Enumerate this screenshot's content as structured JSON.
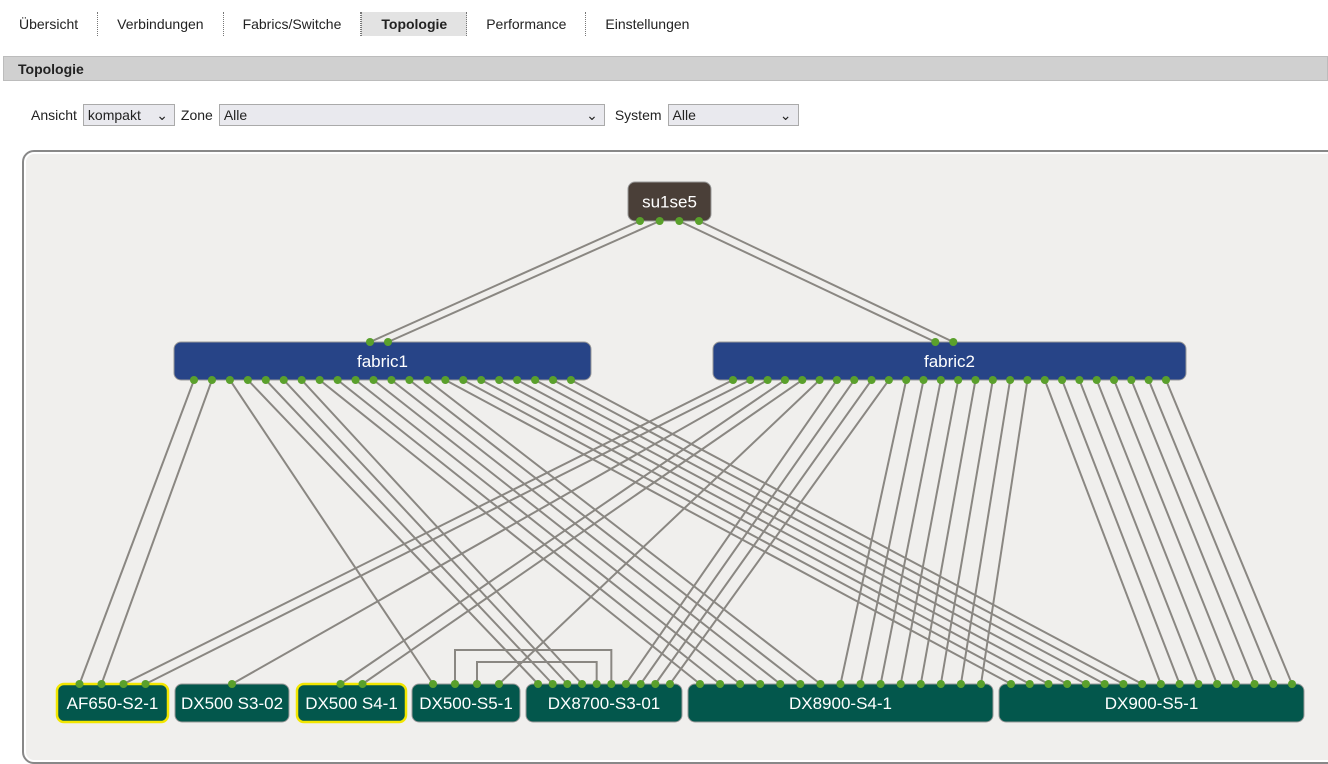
{
  "tabs": [
    "Übersicht",
    "Verbindungen",
    "Fabrics/Switche",
    "Topologie",
    "Performance",
    "Einstellungen"
  ],
  "active_tab": "Topologie",
  "panel_title": "Topologie",
  "filters": {
    "view_label": "Ansicht",
    "view_value": "kompakt",
    "zone_label": "Zone",
    "zone_value": "Alle",
    "system_label": "System",
    "system_value": "Alle"
  },
  "colors": {
    "host": "#4a3f38",
    "fabric": "#274487",
    "storage": "#03574c",
    "port": "#5aa02c",
    "link": "#8a8782",
    "highlight": "#f2e600"
  },
  "topology": {
    "host": {
      "name": "su1se5"
    },
    "fabrics": [
      {
        "name": "fabric1"
      },
      {
        "name": "fabric2"
      }
    ],
    "storage": [
      {
        "name": "AF650-S2-1",
        "highlight": true
      },
      {
        "name": "DX500 S3-02",
        "highlight": false
      },
      {
        "name": "DX500 S4-1",
        "highlight": true
      },
      {
        "name": "DX500-S5-1",
        "highlight": false
      },
      {
        "name": "DX8700-S3-01",
        "highlight": false
      },
      {
        "name": "DX8900-S4-1",
        "highlight": false
      },
      {
        "name": "DX900-S5-1",
        "highlight": false
      }
    ],
    "links": [
      {
        "from": "su1se5",
        "to": "fabric1",
        "count": 2
      },
      {
        "from": "su1se5",
        "to": "fabric2",
        "count": 2
      },
      {
        "from": "fabric1",
        "to": "AF650-S2-1",
        "count": 2
      },
      {
        "from": "fabric2",
        "to": "AF650-S2-1",
        "count": 2
      },
      {
        "from": "fabric2",
        "to": "DX500 S3-02",
        "count": 1
      },
      {
        "from": "fabric2",
        "to": "DX500 S4-1",
        "count": 2
      },
      {
        "from": "fabric1",
        "to": "DX500-S5-1",
        "count": 1
      },
      {
        "from": "fabric2",
        "to": "DX500-S5-1",
        "count": 1
      },
      {
        "from": "fabric1",
        "to": "DX8700-S3-01",
        "count": 4
      },
      {
        "from": "fabric2",
        "to": "DX8700-S3-01",
        "count": 4
      },
      {
        "from": "fabric1",
        "to": "DX8900-S4-1",
        "count": 7
      },
      {
        "from": "fabric2",
        "to": "DX8900-S4-1",
        "count": 8
      },
      {
        "from": "fabric1",
        "to": "DX900-S5-1",
        "count": 8
      },
      {
        "from": "fabric2",
        "to": "DX900-S5-1",
        "count": 8
      }
    ],
    "peer_links": [
      {
        "from": "DX500-S5-1",
        "to": "DX8700-S3-01",
        "count": 2
      }
    ]
  }
}
